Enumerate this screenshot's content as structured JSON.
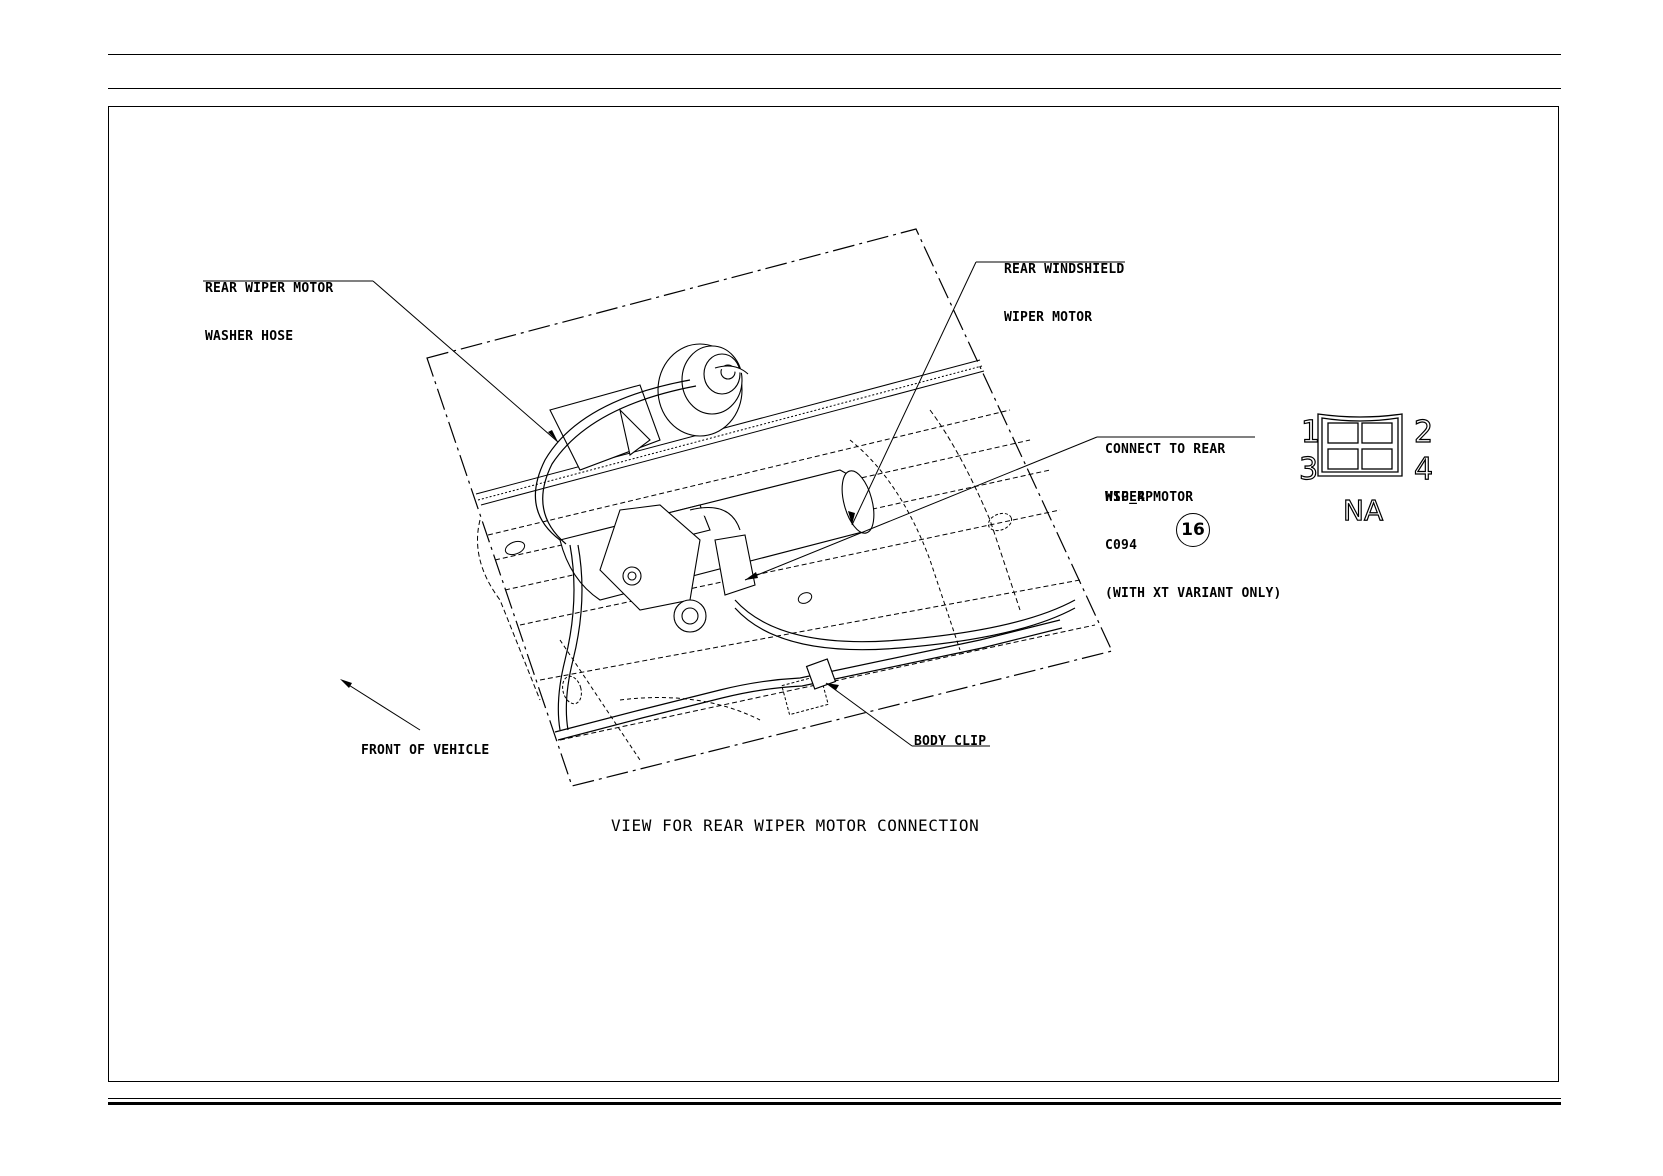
{
  "labels": {
    "washer_hose": [
      "REAR WIPER MOTOR",
      "WASHER HOSE"
    ],
    "wiper_motor": [
      "REAR WINDSHIELD",
      "WIPER MOTOR"
    ],
    "connect_to": [
      "CONNECT TO REAR",
      "WIPER MOTOR"
    ],
    "connector_info": [
      "HSG_4P",
      "C094",
      "(WITH XT VARIANT ONLY)"
    ],
    "body_clip": "BODY CLIP",
    "front_of_vehicle": "FRONT OF VEHICLE",
    "view_caption": "VIEW FOR REAR WIPER MOTOR CONNECTION"
  },
  "connector": {
    "badge": "16",
    "pins": [
      "1",
      "2",
      "3",
      "4"
    ],
    "region": "NA"
  }
}
